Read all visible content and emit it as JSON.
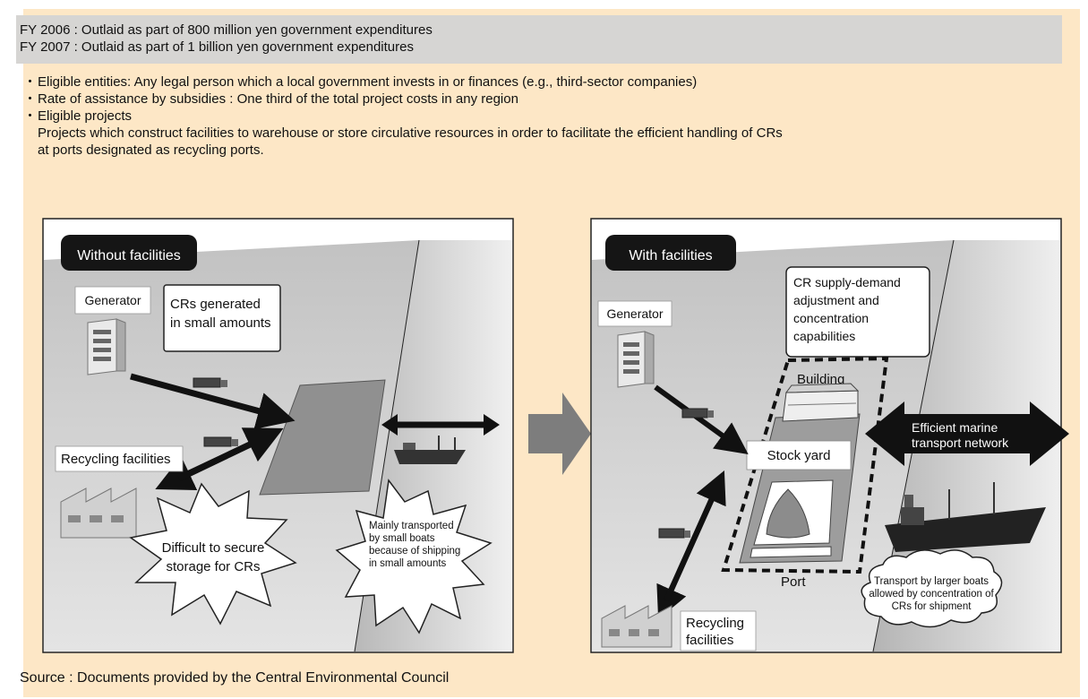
{
  "budget": {
    "fy2006": "FY 2006 : Outlaid as part of 800 million yen government expenditures",
    "fy2007": "FY 2007 : Outlaid as part of 1 billion yen government expenditures"
  },
  "bullets": {
    "entities": "Eligible entities: Any legal person which a local government invests in or finances (e.g., third-sector companies)",
    "rate": "Rate of assistance by subsidies : One third of the total project costs in any region",
    "projects_title": "Eligible projects",
    "projects_desc_1": "Projects which construct facilities to warehouse or store circulative resources in order to facilitate the efficient handling of CRs",
    "projects_desc_2": "at ports designated as recycling ports."
  },
  "left_panel": {
    "title": "Without facilities",
    "generator": "Generator",
    "crs_small_1": "CRs generated",
    "crs_small_2": "in small amounts",
    "recycling": "Recycling facilities",
    "difficult_1": "Difficult to secure",
    "difficult_2": "storage for CRs",
    "mainly_1": "Mainly transported",
    "mainly_2": "by small boats",
    "mainly_3": "because of shipping",
    "mainly_4": "in small amounts"
  },
  "right_panel": {
    "title": "With facilities",
    "generator": "Generator",
    "cr_supply_1": "CR supply-demand",
    "cr_supply_2": "adjustment and",
    "cr_supply_3": "concentration",
    "cr_supply_4": "capabilities",
    "building": "Building",
    "stock_yard": "Stock yard",
    "efficient_1": "Efficient marine",
    "efficient_2": "transport network",
    "port": "Port",
    "recycling_1": "Recycling",
    "recycling_2": "facilities",
    "larger_1": "Transport by larger boats",
    "larger_2": "allowed by concentration of",
    "larger_3": "CRs for shipment"
  },
  "source": "Source : Documents provided by the Central Environmental Council"
}
